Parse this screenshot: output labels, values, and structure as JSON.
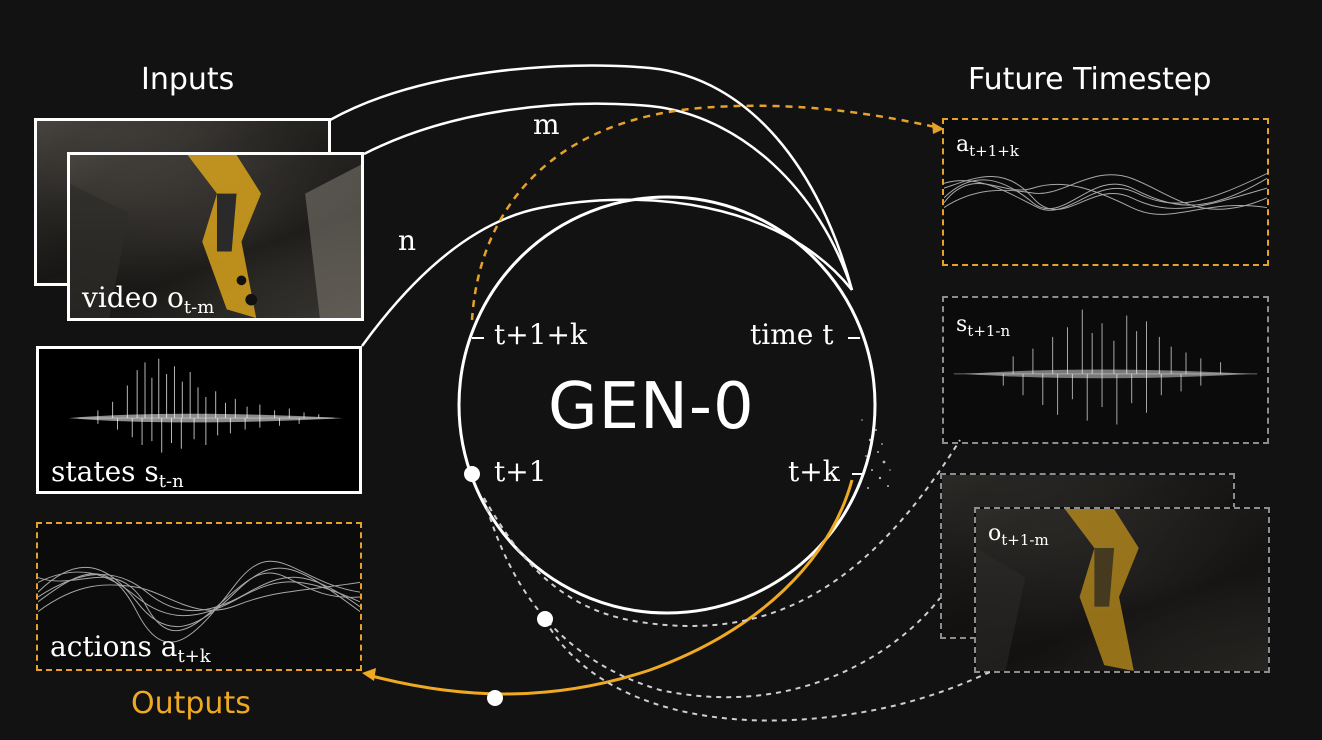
{
  "headings": {
    "inputs": "Inputs",
    "future": "Future Timestep",
    "outputs": "Outputs"
  },
  "model": {
    "name": "GEN-0"
  },
  "clock_labels": {
    "top_left": "t+1+k",
    "top_right": "time t",
    "bottom_left": "t+1",
    "bottom_right": "t+k"
  },
  "arc_labels": {
    "m": "m",
    "n": "n"
  },
  "panels": {
    "video": {
      "text": "video o",
      "sub": "t-m"
    },
    "states": {
      "text": "states s",
      "sub": "t-n"
    },
    "actions": {
      "text": "actions a",
      "sub": "t+k"
    },
    "future_actions": {
      "text": "a",
      "sub": "t+1+k"
    },
    "future_states": {
      "text": "s",
      "sub": "t+1-n"
    },
    "future_video": {
      "text": "o",
      "sub": "t+1-m"
    }
  },
  "colors": {
    "background": "#121212",
    "accent_orange": "#f0a922",
    "line_white": "#ffffff",
    "dashed_gray": "#8d8d8d"
  }
}
